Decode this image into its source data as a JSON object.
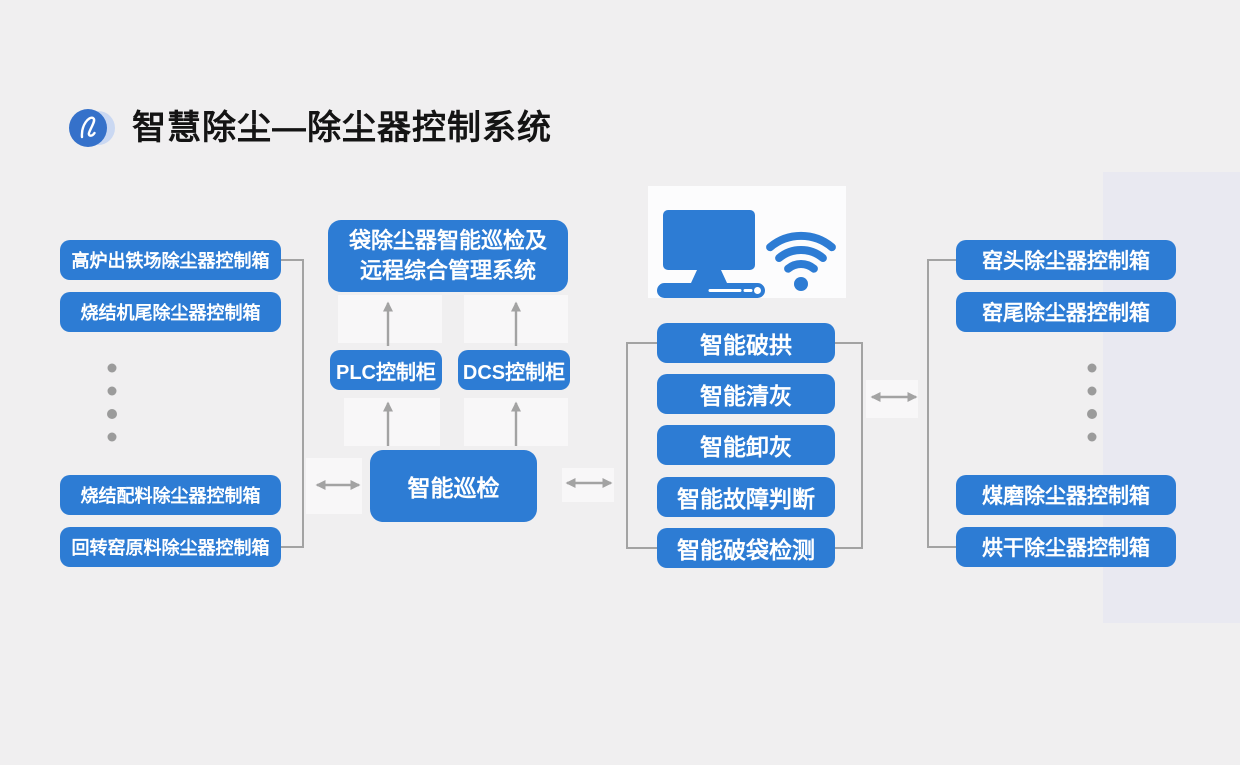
{
  "header": {
    "title": "智慧除尘—除尘器控制系统",
    "logo_icon": "swirl-logo"
  },
  "left_column": {
    "boxes": [
      {
        "label": "高炉出铁场除尘器控制箱"
      },
      {
        "label": "烧结机尾除尘器控制箱"
      },
      {
        "label": "烧结配料除尘器控制箱"
      },
      {
        "label": "回转窑原料除尘器控制箱"
      }
    ]
  },
  "center": {
    "management_system": {
      "line1": "袋除尘器智能巡检及",
      "line2": "远程综合管理系统"
    },
    "plc_label": "PLC控制柜",
    "dcs_label": "DCS控制柜",
    "patrol_label": "智能巡检"
  },
  "functions": {
    "boxes": [
      {
        "label": "智能破拱"
      },
      {
        "label": "智能清灰"
      },
      {
        "label": "智能卸灰"
      },
      {
        "label": "智能故障判断"
      },
      {
        "label": "智能破袋检测"
      }
    ]
  },
  "right_column": {
    "boxes": [
      {
        "label": "窑头除尘器控制箱"
      },
      {
        "label": "窑尾除尘器控制箱"
      },
      {
        "label": "煤磨除尘器控制箱"
      },
      {
        "label": "烘干除尘器控制箱"
      }
    ]
  },
  "icons": {
    "computer": "computer-monitor-icon",
    "wifi": "wifi-signal-icon"
  },
  "colors": {
    "background": "#f0eff0",
    "side_band": "#e9e9f1",
    "panel_white": "#fcfcfd",
    "box_blue": "#2d7cd4",
    "box_text": "#ffffff",
    "connector_gray": "#a3a3a3",
    "dot_gray": "#9b9b9b",
    "title_black": "#141414"
  }
}
